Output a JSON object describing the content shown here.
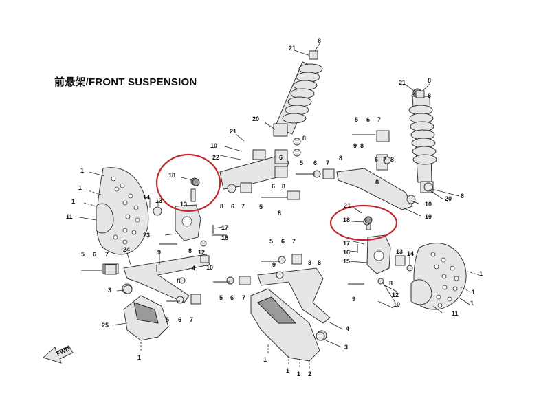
{
  "title": "前悬架/FRONT SUSPENSION",
  "fwd_label": "FWD",
  "highlight_color": "#c0282d",
  "labels": [
    "1",
    "2",
    "3",
    "4",
    "5",
    "6",
    "7",
    "8",
    "9",
    "10",
    "11",
    "12",
    "13",
    "14",
    "15",
    "16",
    "17",
    "18",
    "19",
    "20",
    "21",
    "22",
    "23",
    "24",
    "25"
  ]
}
